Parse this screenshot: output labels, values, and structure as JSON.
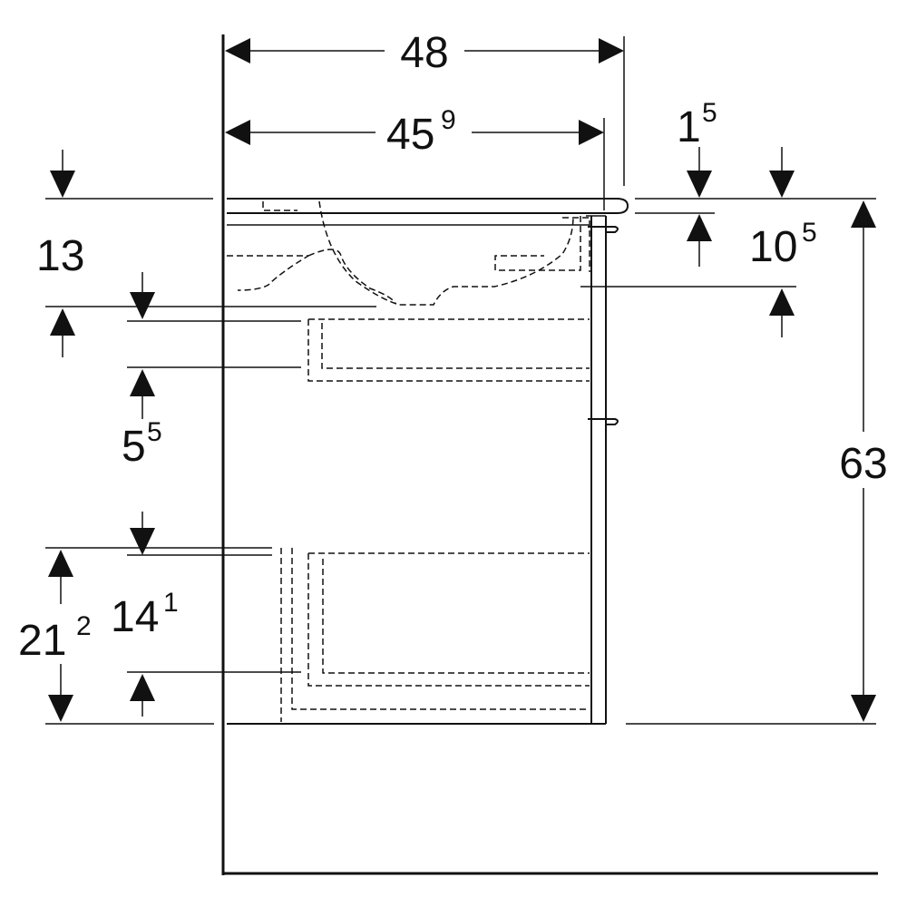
{
  "dimensions": {
    "overall_width": {
      "value": "48",
      "sup": ""
    },
    "basin_width": {
      "value": "45",
      "sup": "9"
    },
    "top_thickness_small": {
      "value": "1",
      "sup": "5"
    },
    "rim_to_drain": {
      "value": "10",
      "sup": "5"
    },
    "basin_depth": {
      "value": "13",
      "sup": ""
    },
    "drawer_gap": {
      "value": "5",
      "sup": "5"
    },
    "overall_height": {
      "value": "63",
      "sup": ""
    },
    "lower_clearance": {
      "value": "21",
      "sup": "2"
    },
    "lower_drawer_height": {
      "value": "14",
      "sup": "1"
    }
  }
}
